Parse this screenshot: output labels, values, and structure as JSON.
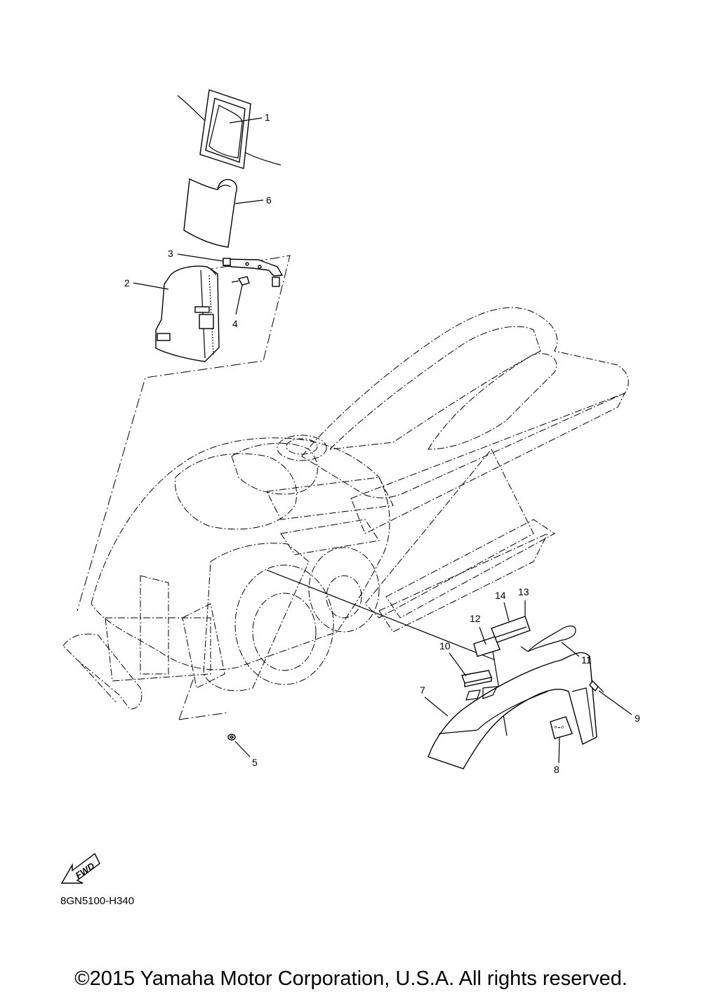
{
  "diagram_code": "8GN5100-H340",
  "fwd_label": "FWD",
  "copyright": "©2015 Yamaha Motor Corporation, U.S.A. All rights reserved.",
  "callouts": [
    "1",
    "2",
    "3",
    "4",
    "5",
    "6",
    "7",
    "8",
    "9",
    "10",
    "11",
    "12",
    "13",
    "14"
  ]
}
